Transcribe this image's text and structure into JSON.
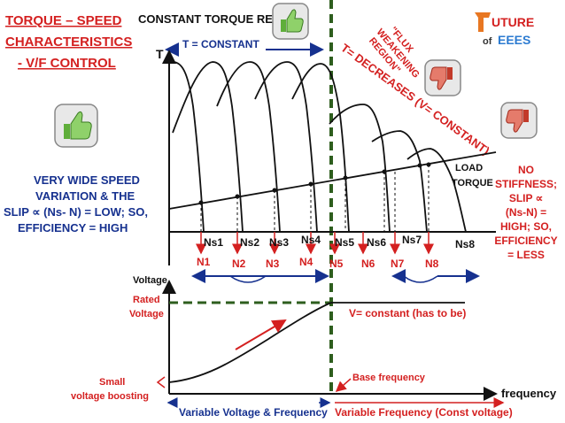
{
  "title": {
    "line1": "TORQUE – SPEED",
    "line2": "CHARACTERISTICS",
    "line3": "- V/F CONTROL"
  },
  "const_region": "CONSTANT TORQUE REGION",
  "t_const": "T = CONSTANT",
  "t_axis": "T",
  "flux_region": {
    "l1": "\"FLUX",
    "l2": "WEAKENING",
    "l3": "REGION\""
  },
  "t_decreases": "T= DECREASES (V= CONSTANT)",
  "load_torque": {
    "l1": "LOAD",
    "l2": "TORQUE"
  },
  "left_note": {
    "l1": "VERY WIDE SPEED",
    "l2": "VARIATION & THE",
    "l3": "SLIP ∝ (Ns- N) = LOW; SO,",
    "l4": "EFFICIENCY =  HIGH"
  },
  "right_note": {
    "l1": "NO",
    "l2": "STIFFNESS;",
    "l3": "SLIP ∝",
    "l4": "(Ns-N) =",
    "l5": "HIGH; SO,",
    "l6": "EFFICIENCY",
    "l7": "= LESS"
  },
  "ns_labels": [
    "Ns1",
    "Ns2",
    "Ns3",
    "Ns4",
    "Ns5",
    "Ns6",
    "Ns7",
    "Ns8"
  ],
  "n_labels": [
    "N1",
    "N2",
    "N3",
    "N4",
    "N5",
    "N6",
    "N7",
    "N8"
  ],
  "voltage_axis": "Voltage",
  "rated_voltage": {
    "l1": "Rated",
    "l2": "Voltage"
  },
  "v_constant": "V= constant (has to be)",
  "small_boost": {
    "l1": "Small",
    "l2": "voltage boosting"
  },
  "base_freq": "Base frequency",
  "freq_axis": "frequency",
  "var_vf": "Variable Voltage & Frequency",
  "var_f": "Variable Frequency (Const voltage)",
  "logo": {
    "l1": "UTURE",
    "l2": "of",
    "l3": "EEES"
  },
  "colors": {
    "red": "#d42020",
    "blue": "#16318f",
    "green": "#2e5e1e",
    "black": "#111111"
  },
  "icons": [
    "thumbs-up-icon",
    "thumbs-down-icon"
  ]
}
